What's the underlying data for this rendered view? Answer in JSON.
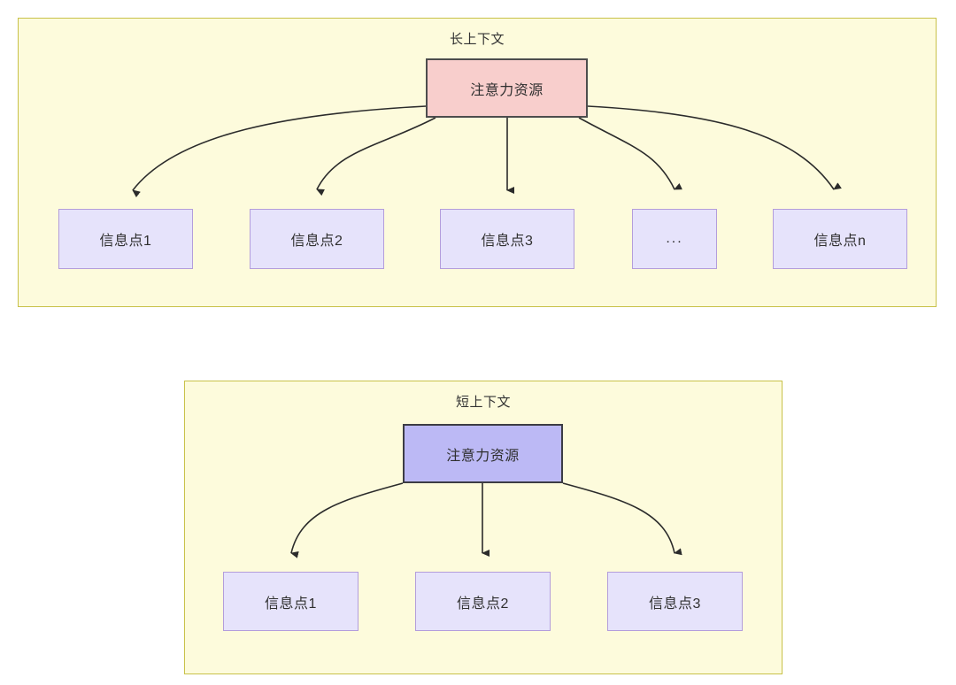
{
  "diagram": {
    "title_semantic": "attention-resource-allocation-long-vs-short-context",
    "colors": {
      "canvas": "#ffffff",
      "container_fill": "#fdfbdc",
      "container_stroke": "#c8c149",
      "attention_long_fill": "#f8cecc",
      "attention_long_stroke": "#4d4d4d",
      "attention_short_fill": "#bcb9f5",
      "attention_short_stroke": "#3c3c44",
      "info_fill": "#e6e3fb",
      "info_stroke": "#b39ddb",
      "edge_stroke": "#2b2b2b",
      "text": "#2f2f2f"
    },
    "panels": [
      {
        "id": "long-context",
        "title": "长上下文",
        "root": {
          "id": "attention-long",
          "label": "注意力资源"
        },
        "leaves": [
          {
            "id": "info-point-1",
            "label": "信息点1"
          },
          {
            "id": "info-point-2",
            "label": "信息点2"
          },
          {
            "id": "info-point-3",
            "label": "信息点3"
          },
          {
            "id": "info-point-ellipsis",
            "label": "..."
          },
          {
            "id": "info-point-n",
            "label": "信息点n"
          }
        ]
      },
      {
        "id": "short-context",
        "title": "短上下文",
        "root": {
          "id": "attention-short",
          "label": "注意力资源"
        },
        "leaves": [
          {
            "id": "info-point-1",
            "label": "信息点1"
          },
          {
            "id": "info-point-2",
            "label": "信息点2"
          },
          {
            "id": "info-point-3",
            "label": "信息点3"
          }
        ]
      }
    ]
  }
}
